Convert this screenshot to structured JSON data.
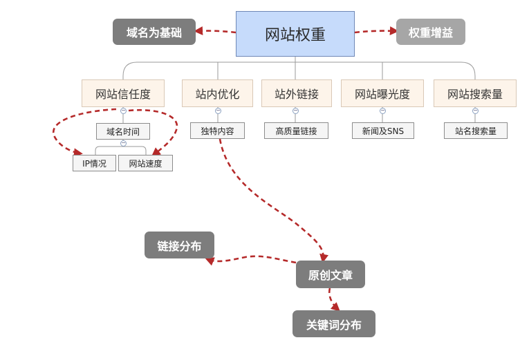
{
  "root": {
    "label": "网站权重"
  },
  "side_nodes": {
    "left": "域名为基础",
    "right": "权重增益"
  },
  "categories": [
    {
      "label": "网站信任度"
    },
    {
      "label": "站内优化"
    },
    {
      "label": "站外链接"
    },
    {
      "label": "网站曝光度"
    },
    {
      "label": "网站搜索量"
    }
  ],
  "leaves": {
    "trust_time": "域名时间",
    "ip": "IP情况",
    "speed": "网站速度",
    "unique": "独特内容",
    "quality_links": "高质量链接",
    "news": "新闻及SNS",
    "search": "站名搜索量"
  },
  "flow_nodes": {
    "original": "原创文章",
    "link_dist": "链接分布",
    "keyword_dist": "关键词分布"
  },
  "toggle_symbol": "−",
  "colors": {
    "arrow": "#b52a2a",
    "connector": "#9a9a9a",
    "root_fill": "#c6dbfb",
    "category_fill": "#fdf4ea"
  }
}
